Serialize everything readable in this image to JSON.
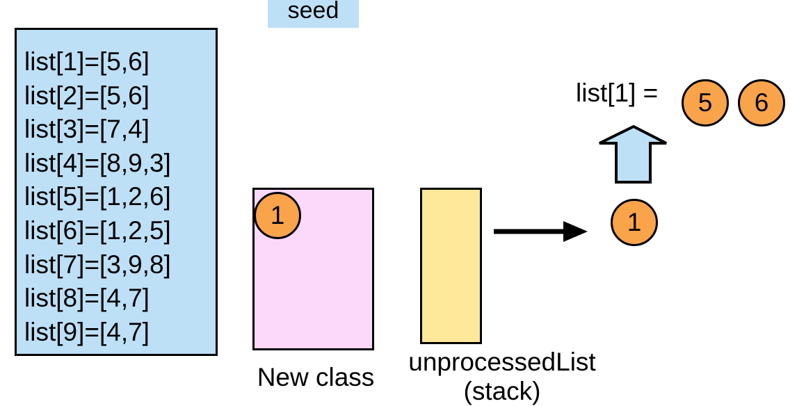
{
  "seed_label": "seed",
  "adjacency_list": [
    "list[1]=[5,6]",
    "list[2]=[5,6]",
    "list[3]=[7,4]",
    "list[4]=[8,9,3]",
    "list[5]=[1,2,6]",
    "list[6]=[1,2,5]",
    "list[7]=[3,9,8]",
    "list[8]=[4,7]",
    "list[9]=[4,7]"
  ],
  "new_class": {
    "caption": "New class",
    "items": [
      "1"
    ]
  },
  "unprocessed_list": {
    "caption_line1": "unprocessedList",
    "caption_line2": "(stack)",
    "items": []
  },
  "popped_node": "1",
  "neighbors": {
    "label": "list[1] =",
    "items": [
      "5",
      "6"
    ]
  },
  "colors": {
    "list_box": "#bde0f7",
    "new_class_box": "#fcd9fb",
    "stack_box": "#fee89a",
    "node_circle": "#f9a34b",
    "up_arrow": "#bde0f7"
  }
}
